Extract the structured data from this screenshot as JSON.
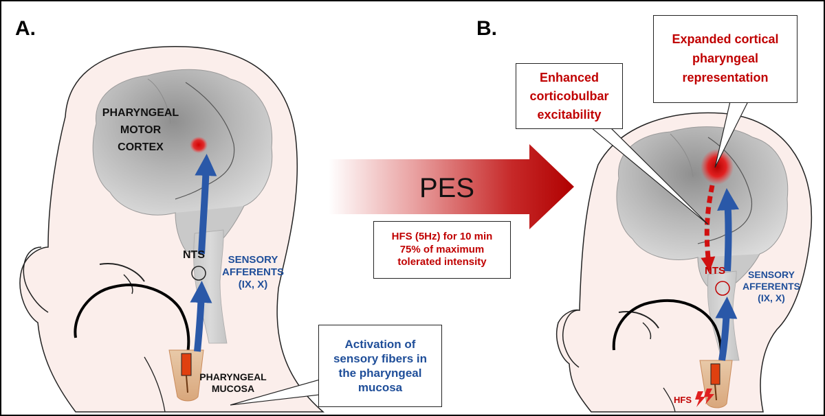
{
  "panel_a": {
    "letter": "A.",
    "cortex_label": [
      "PHARYNGEAL",
      "MOTOR",
      "CORTEX"
    ],
    "nts_label": "NTS",
    "afferents_label": [
      "SENSORY",
      "AFFERENTS",
      "(IX, X)"
    ],
    "mucosa_label": [
      "PHARYNGEAL",
      "MUCOSA"
    ],
    "callout": [
      "Activation of",
      "sensory fibers in",
      "the pharyngeal",
      "mucosa"
    ]
  },
  "center": {
    "arrow_label": "PES",
    "params": [
      "HFS (5Hz) for 10 min",
      "75% of maximum",
      "tolerated intensity"
    ]
  },
  "panel_b": {
    "letter": "B.",
    "callout_top": [
      "Expanded cortical",
      "pharyngeal",
      "representation"
    ],
    "callout_mid": [
      "Enhanced",
      "corticobulbar",
      "excitability"
    ],
    "nts_label": "NTS",
    "afferents_label": [
      "SENSORY",
      "AFFERENTS",
      "(IX, X)"
    ],
    "hfs_label": "HFS"
  },
  "colors": {
    "blue": "#1f4e99",
    "red": "#c00000",
    "skin": "#fbeeeb",
    "brain": "#b3b3b3"
  }
}
